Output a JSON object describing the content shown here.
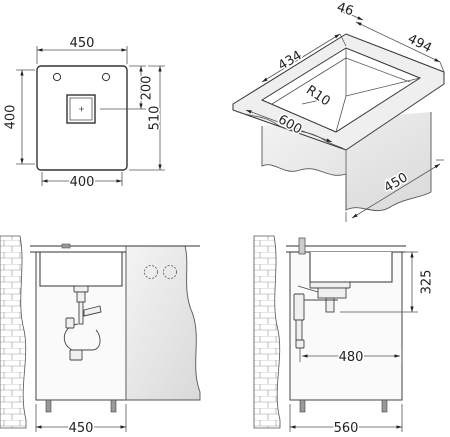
{
  "top_view": {
    "width_top": "450",
    "width_bottom": "400",
    "height_left": "400",
    "height_right_inner": "200",
    "height_right_outer": "510"
  },
  "iso_view": {
    "thickness": "46",
    "depth_inner": "434",
    "depth_outer": "494",
    "radius": "R10",
    "length_front": "600",
    "width_cabinet": "450"
  },
  "front_view": {
    "cabinet_width": "450"
  },
  "side_view": {
    "depth_bowl": "325",
    "drain_offset": "480",
    "cabinet_depth": "560"
  }
}
